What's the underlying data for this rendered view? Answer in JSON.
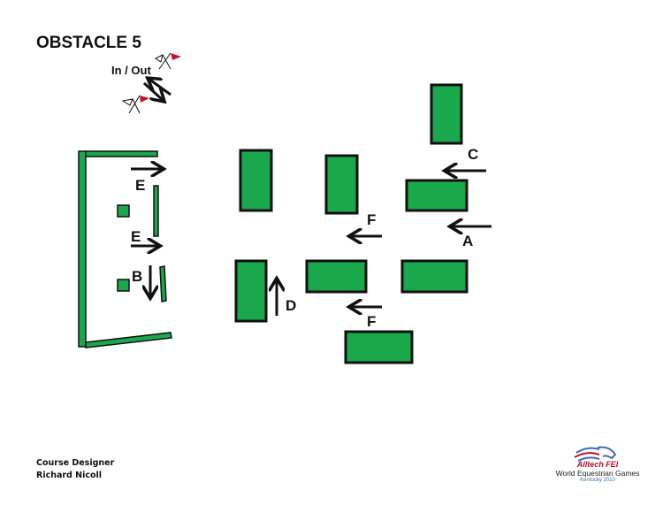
{
  "title": "OBSTACLE 5",
  "in_out_label": "In / Out",
  "labels": {
    "e1": "E",
    "e2": "E",
    "b": "B",
    "c": "C",
    "f1": "F",
    "a": "A",
    "d": "D",
    "f2": "F"
  },
  "designer": {
    "role": "Course Designer",
    "name": "Richard Nicoll"
  },
  "logo": {
    "brand": "Alltech FEI",
    "event": "World Equestrian Games",
    "location": "Kentucky 2010"
  },
  "colors": {
    "obstacle": "#1aa84c",
    "flag": "#c8102e",
    "ink": "#111111"
  }
}
